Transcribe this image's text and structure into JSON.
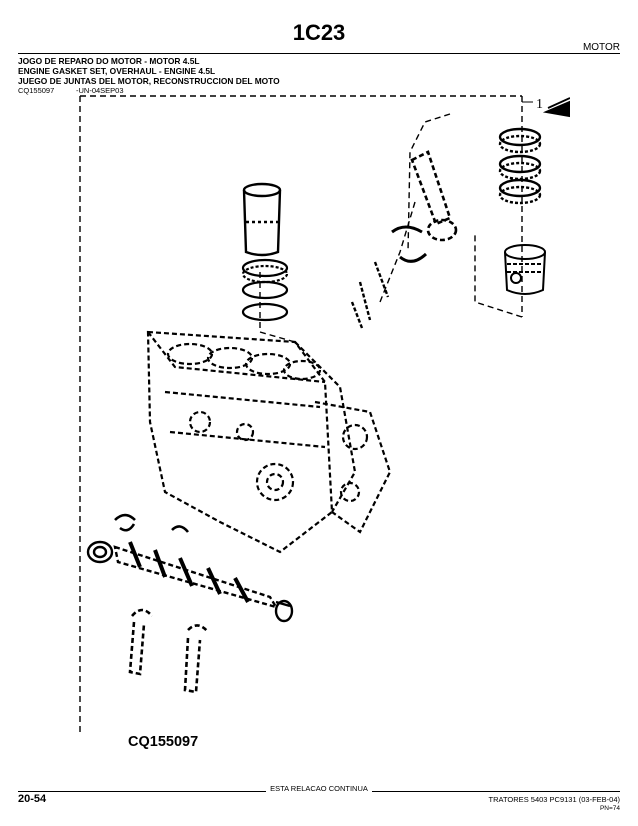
{
  "header": {
    "page_code": "1C23",
    "section": "MOTOR"
  },
  "titles": {
    "pt": "JOGO DE REPARO DO MOTOR - MOTOR 4.5L",
    "en": "ENGINE GASKET SET, OVERHAUL - ENGINE 4.5L",
    "es": "JUEGO DE JUNTAS DEL MOTOR, RECONSTRUCCION DEL MOTO"
  },
  "reference": {
    "code": "CQ155097",
    "date": "-UN-04SEP03"
  },
  "figure": {
    "callout": "1",
    "caption": "CQ155097"
  },
  "footer": {
    "continued": "ESTA RELACAO CONTINUA",
    "page_number": "20-54",
    "info": "TRATORES 5403   PC9131   (03-FEB-04)",
    "sub": "PN=74"
  }
}
